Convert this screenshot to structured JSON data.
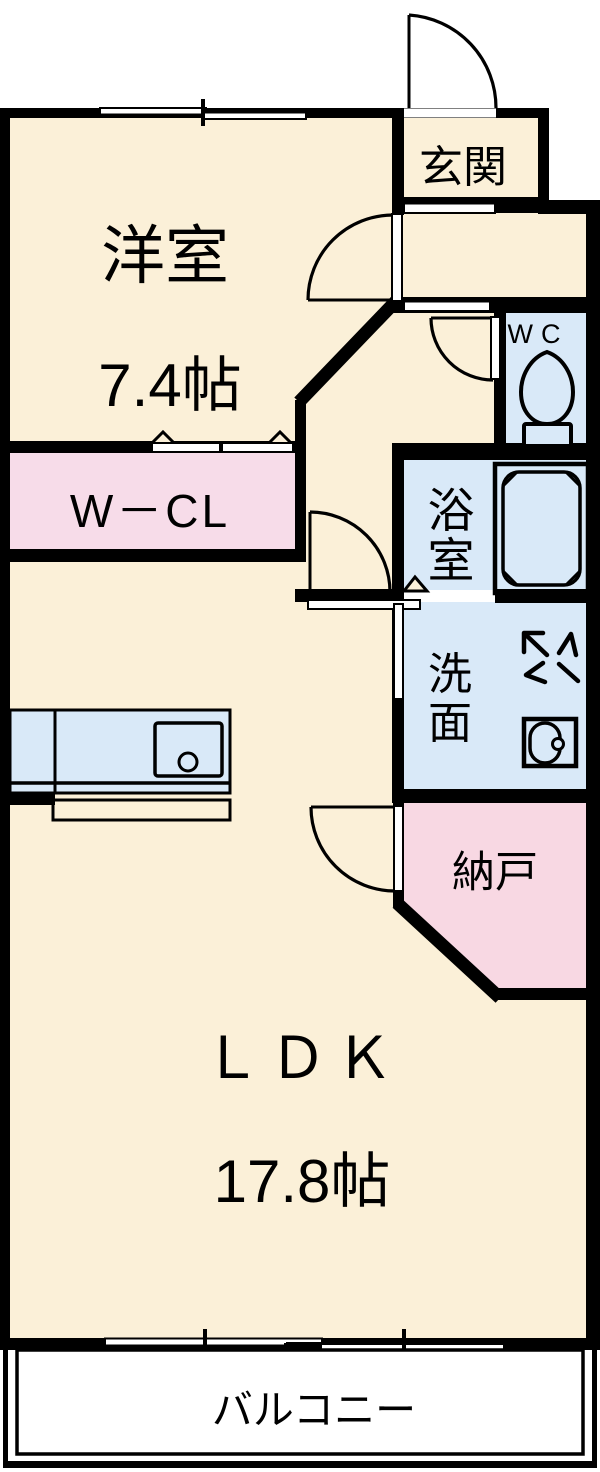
{
  "rooms": {
    "western_room": {
      "name": "洋室",
      "area": "7.4帖"
    },
    "entrance": {
      "name": "玄関"
    },
    "toilet": {
      "name": "WC"
    },
    "bathroom": {
      "char1": "浴",
      "char2": "室"
    },
    "washroom": {
      "char1": "洗",
      "char2": "面"
    },
    "storage_room": {
      "name": "納戸"
    },
    "walk_in_closet": {
      "name": "W－CL"
    },
    "ldk": {
      "name": "ＬＤＫ",
      "area": "17.8帖"
    },
    "balcony": {
      "name": "バルコニー"
    }
  },
  "colors": {
    "floor_cream": "#FBF0D8",
    "water_area_blue": "#D9E9F8",
    "closet_pink": "#F7DCE9",
    "storage_pink": "#F8D8E3",
    "wall_black": "#000000",
    "background_white": "#FFFFFF"
  }
}
